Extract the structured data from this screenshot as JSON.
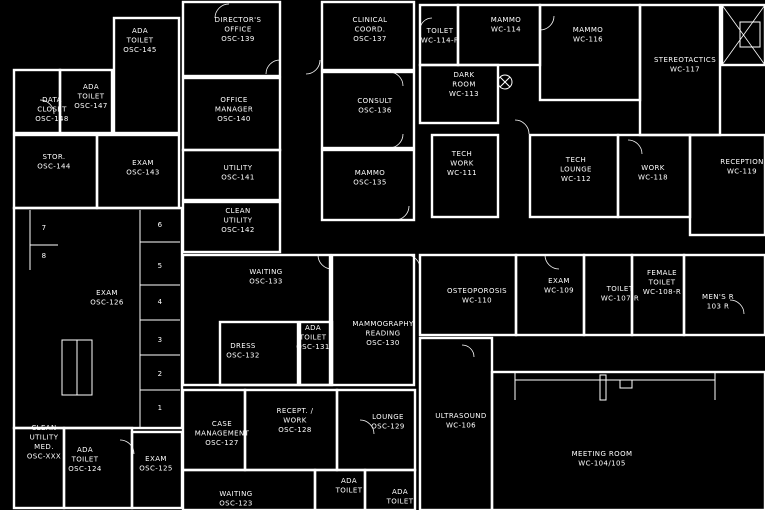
{
  "rooms": [
    {
      "lines": [
        "ADA",
        "TOILET",
        "OSC-145"
      ]
    },
    {
      "lines": [
        "DIRECTOR'S",
        "OFFICE",
        "OSC-139"
      ]
    },
    {
      "lines": [
        "CLINICAL",
        "COORD.",
        "OSC-137"
      ]
    },
    {
      "lines": [
        "TOILET",
        "WC-114-R"
      ]
    },
    {
      "lines": [
        "MAMMO",
        "WC-114"
      ]
    },
    {
      "lines": [
        "MAMMO",
        "WC-116"
      ]
    },
    {
      "lines": [
        "STEREOTACTICS",
        "WC-117"
      ]
    },
    {
      "lines": [
        "DATA",
        "CLOSET",
        "OSC-148"
      ]
    },
    {
      "lines": [
        "ADA",
        "TOILET",
        "OSC-147"
      ]
    },
    {
      "lines": [
        "OFFICE",
        "MANAGER",
        "OSC-140"
      ]
    },
    {
      "lines": [
        "CONSULT",
        "OSC-136"
      ]
    },
    {
      "lines": [
        "DARK",
        "ROOM",
        "WC-113"
      ]
    },
    {
      "lines": [
        "STOR.",
        "OSC-144"
      ]
    },
    {
      "lines": [
        "EXAM",
        "OSC-143"
      ]
    },
    {
      "lines": [
        "UTILITY",
        "OSC-141"
      ]
    },
    {
      "lines": [
        "MAMMO",
        "OSC-135"
      ]
    },
    {
      "lines": [
        "TECH",
        "WORK",
        "WC-111"
      ]
    },
    {
      "lines": [
        "TECH",
        "LOUNGE",
        "WC-112"
      ]
    },
    {
      "lines": [
        "WORK",
        "WC-118"
      ]
    },
    {
      "lines": [
        "RECEPTION",
        "WC-119"
      ]
    },
    {
      "lines": [
        "CLEAN",
        "UTILITY",
        "OSC-142"
      ]
    },
    {
      "lines": [
        "WAITING",
        "OSC-133"
      ]
    },
    {
      "lines": [
        "OSTEOPOROSIS",
        "WC-110"
      ]
    },
    {
      "lines": [
        "EXAM",
        "WC-109"
      ]
    },
    {
      "lines": [
        "TOILET",
        "WC-107-R"
      ]
    },
    {
      "lines": [
        "FEMALE",
        "TOILET",
        "WC-108-R"
      ]
    },
    {
      "lines": [
        "MEN'S R",
        "103 R"
      ]
    },
    {
      "lines": [
        "EXAM",
        "OSC-126"
      ]
    },
    {
      "lines": [
        "MAMMOGRAPHY",
        "READING",
        "OSC-130"
      ]
    },
    {
      "lines": [
        "ADA",
        "TOILET",
        "OSC-131"
      ]
    },
    {
      "lines": [
        "DRESS",
        "OSC-132"
      ]
    },
    {
      "lines": [
        "CASE",
        "MANAGEMENT",
        "OSC-127"
      ]
    },
    {
      "lines": [
        "RECEPT. /",
        "WORK",
        "OSC-128"
      ]
    },
    {
      "lines": [
        "LOUNGE",
        "OSC-129"
      ]
    },
    {
      "lines": [
        "ULTRASOUND",
        "WC-106"
      ]
    },
    {
      "lines": [
        "CLEAN",
        "UTILITY",
        "MED.",
        "OSC-XXX"
      ]
    },
    {
      "lines": [
        "ADA",
        "TOILET",
        "OSC-124"
      ]
    },
    {
      "lines": [
        "EXAM",
        "OSC-125"
      ]
    },
    {
      "lines": [
        "MEETING ROOM",
        "WC-104/105"
      ]
    },
    {
      "lines": [
        "WAITING",
        "OSC-123"
      ]
    },
    {
      "lines": [
        "ADA",
        "TOILET"
      ]
    },
    {
      "lines": [
        "ADA",
        "TOILET"
      ]
    }
  ],
  "bay_numbers": [
    "7",
    "8",
    "6",
    "5",
    "4",
    "3",
    "2",
    "1"
  ],
  "colors": {
    "background": "#000000",
    "linework": "#ffffff"
  }
}
